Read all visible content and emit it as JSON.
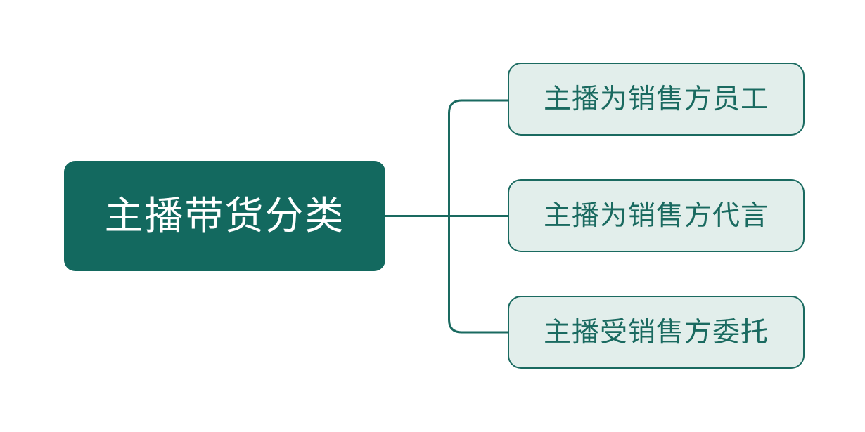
{
  "diagram": {
    "type": "mind-map",
    "orientation": "left-to-right",
    "background_color": "#ffffff",
    "root": {
      "label": "主播带货分类",
      "fill_color": "#13695f",
      "text_color": "#ffffff"
    },
    "branch": {
      "line_color": "#1a6a60",
      "line_width": 3
    },
    "children": [
      {
        "label": "主播为销售方员工",
        "fill_color": "#e2eeeb",
        "text_color": "#1a6a60",
        "border_color": "#1a6a60"
      },
      {
        "label": "主播为销售方代言",
        "fill_color": "#e2eeeb",
        "text_color": "#1a6a60",
        "border_color": "#1a6a60"
      },
      {
        "label": "主播受销售方委托",
        "fill_color": "#e2eeeb",
        "text_color": "#1a6a60",
        "border_color": "#1a6a60"
      }
    ]
  }
}
